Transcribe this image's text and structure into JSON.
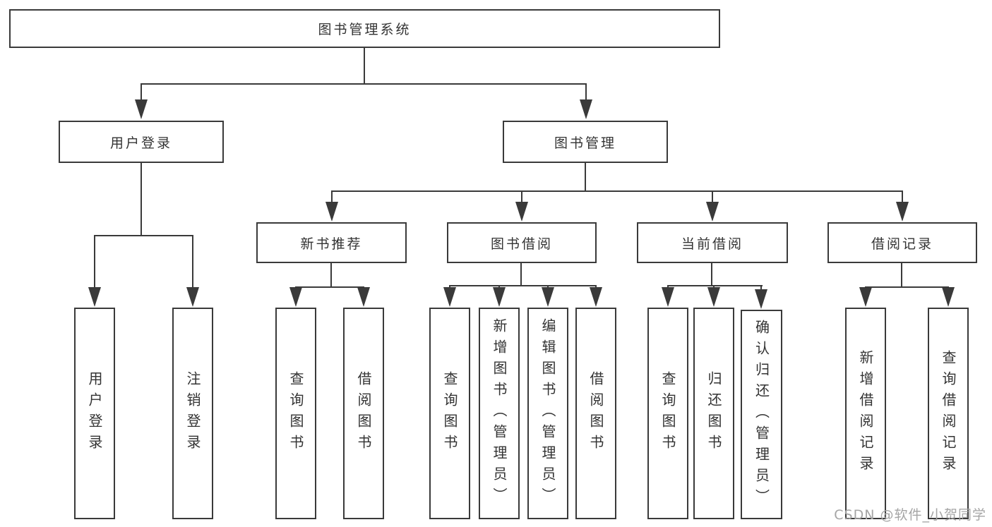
{
  "tree": {
    "root": {
      "label": "图书管理系统"
    },
    "branches": [
      {
        "label": "用户登录",
        "leaves": [
          "用户登录",
          "注销登录"
        ]
      },
      {
        "label": "图书管理",
        "children": [
          {
            "label": "新书推荐",
            "leaves": [
              "查询图书",
              "借阅图书"
            ]
          },
          {
            "label": "图书借阅",
            "leaves": [
              "查询图书",
              "新增图书（管理员）",
              "编辑图书（管理员）",
              "借阅图书"
            ]
          },
          {
            "label": "当前借阅",
            "leaves": [
              "查询图书",
              "归还图书",
              "确认归还（管理员）"
            ]
          },
          {
            "label": "借阅记录",
            "leaves": [
              "新增借阅记录",
              "查询借阅记录"
            ]
          }
        ]
      }
    ]
  },
  "watermark": "CSDN @软件_小贺同学",
  "colors": {
    "line": "#3a3a3a",
    "box_border": "#3a3a3a",
    "text": "#333333",
    "watermark": "#a5a5a5",
    "background": "#ffffff"
  }
}
